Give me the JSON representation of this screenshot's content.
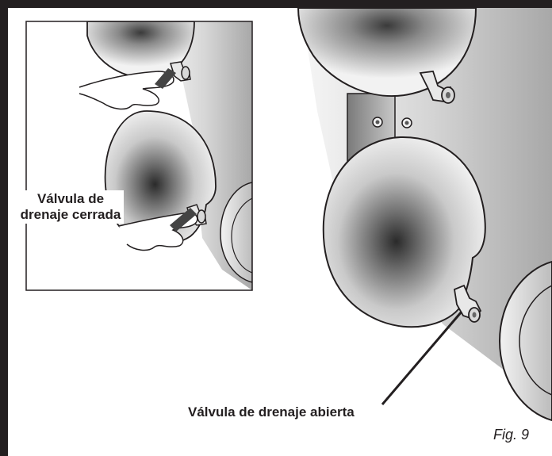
{
  "labels": {
    "closed_valve": "Válvula de drenaje cerrada",
    "open_valve": "Válvula de drenaje abierta",
    "figure": "Fig. 9"
  },
  "colors": {
    "border": "#231f20",
    "line": "#231f20",
    "tank_center": "#2a2a2a",
    "tank_edge": "#f4f4f4",
    "background": "#ffffff"
  },
  "icons": [
    "drain-valve-icon",
    "hand-icon",
    "wheel-icon"
  ]
}
